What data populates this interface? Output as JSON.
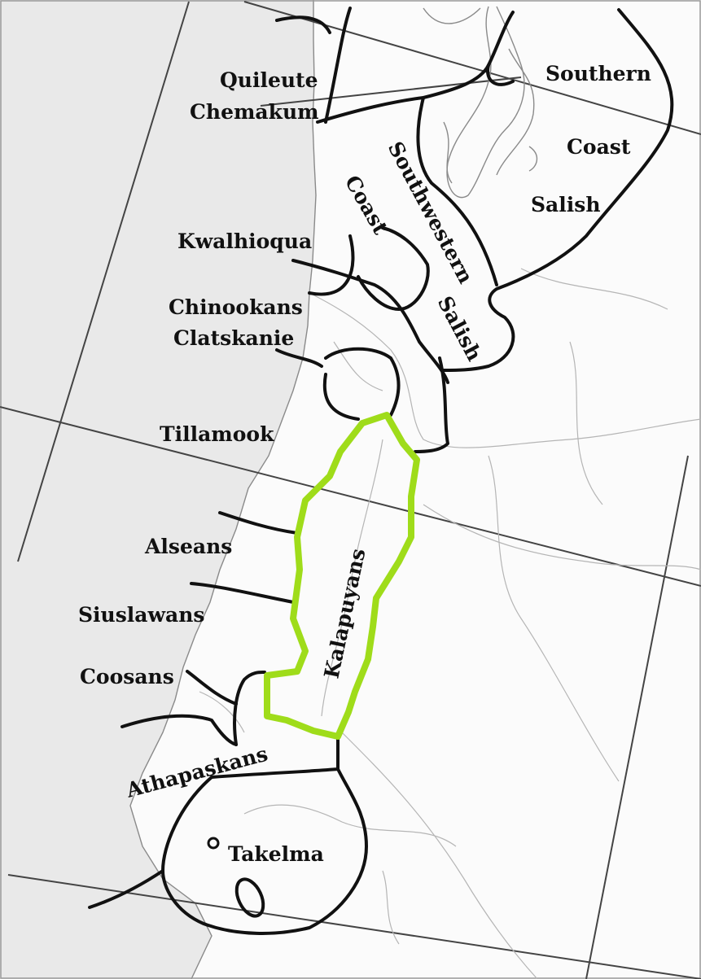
{
  "map": {
    "colors": {
      "ocean": "#e9e9e9",
      "land": "#fbfbfb",
      "boundary": "#111111",
      "highlight": "#9fdc1a"
    },
    "highlighted_region": "Kalapuyans",
    "labels": {
      "quileute": "Quileute",
      "chemakum": "Chemakum",
      "southern": "Southern",
      "coast_ne": "Coast",
      "salish_ne": "Salish",
      "coast_sw": "Coast",
      "southwestern": "Southwestern",
      "salish_sw": "Salish",
      "kwalhioqua": "Kwalhioqua",
      "chinookans": "Chinookans",
      "clatskanie": "Clatskanie",
      "tillamook": "Tillamook",
      "alseans": "Alseans",
      "siuslawans": "Siuslawans",
      "coosans": "Coosans",
      "kalapuyans": "Kalapuyans",
      "athapaskans": "Athapaskans",
      "takelma": "Takelma"
    }
  }
}
